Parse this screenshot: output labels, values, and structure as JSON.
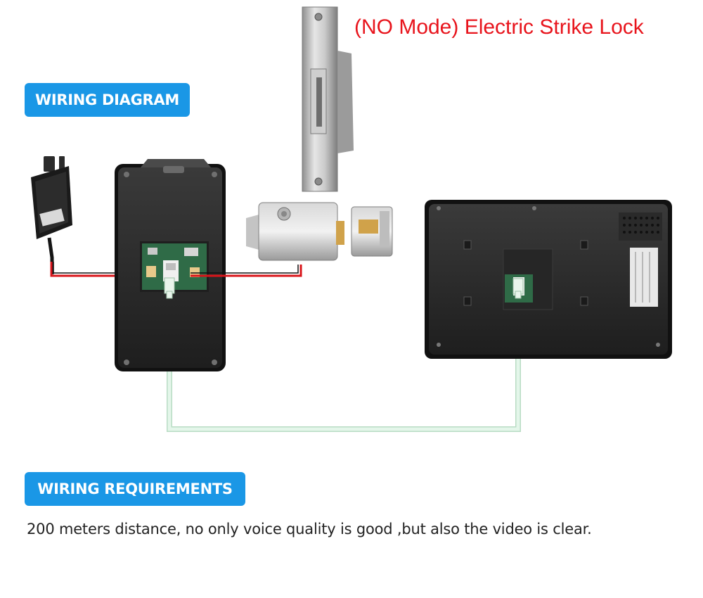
{
  "title": "(NO Mode) Electric Strike Lock",
  "sections": {
    "wiring_diagram_label": "WIRING DIAGRAM",
    "wiring_requirements_label": "WIRING REQUIREMENTS"
  },
  "requirements_text": "200 meters distance, no only voice quality is good ,but also the video is clear.",
  "colors": {
    "title_red": "#e8141c",
    "badge_blue": "#1a97e6",
    "power_wire_red": "#d9141a",
    "ground_wire_black": "#111111",
    "network_cable_green": "#d8f2df"
  },
  "components": {
    "power_adapter": "power-adapter-icon",
    "outdoor_camera_unit": "outdoor-camera-unit",
    "electric_strike_lock": "electric-strike-lock",
    "electric_rim_lock": "electric-rim-lock",
    "indoor_monitor": "indoor-monitor"
  }
}
